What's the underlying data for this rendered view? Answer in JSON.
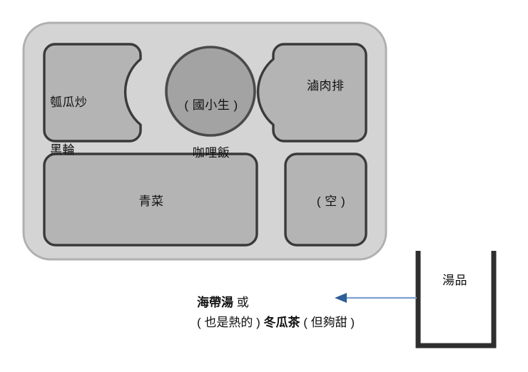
{
  "diagram": {
    "title_implied": "school-lunch-tray-diagram",
    "tray": {
      "name": "lunch-tray",
      "fill": "#d4d4d4",
      "stroke": "#a8a8a8",
      "compartments": [
        {
          "id": "gourd",
          "shape": "rounded-rect-with-right-concave-notch",
          "fill": "#b4b4b4",
          "stroke": "#3a3a3a",
          "lines": [
            "瓠瓜炒",
            "黑輪"
          ],
          "align": "left"
        },
        {
          "id": "curry",
          "shape": "circle",
          "fill": "#a3a3a3",
          "stroke": "#4a4a4a",
          "lines": [
            "( 國小生 )",
            "咖哩飯"
          ],
          "align": "center"
        },
        {
          "id": "pork",
          "shape": "rounded-rect-with-left-concave-notch",
          "fill": "#b4b4b4",
          "stroke": "#3a3a3a",
          "lines": [
            "滷肉排"
          ],
          "align": "left"
        },
        {
          "id": "greens",
          "shape": "rounded-rect",
          "fill": "#b4b4b4",
          "stroke": "#3a3a3a",
          "lines": [
            "青菜"
          ],
          "align": "center"
        },
        {
          "id": "empty",
          "shape": "rounded-rect",
          "fill": "#b4b4b4",
          "stroke": "#3a3a3a",
          "lines": [
            "( 空 )"
          ],
          "align": "center"
        }
      ]
    },
    "soup_cup": {
      "name": "soup-cup",
      "label": "湯品",
      "stroke": "#2e2e2e",
      "fill": "#ffffff",
      "shape": "open-top-u-shape"
    },
    "arrow": {
      "name": "arrow-to-soup-caption",
      "direction": "left",
      "line_color": "#7ba0cd",
      "head_color": "#2e5f96"
    },
    "caption": {
      "line1_bold": "海帶湯",
      "line1_rest": " 或",
      "line2_pre": "( 也是熱的 ) ",
      "line2_bold": "冬瓜茶",
      "line2_post": " ( 但夠甜 )"
    }
  }
}
